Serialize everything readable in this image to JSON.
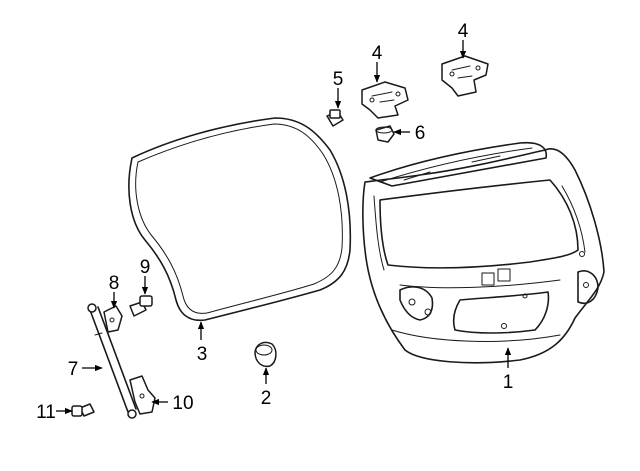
{
  "callouts": {
    "c1": "1",
    "c2": "2",
    "c3": "3",
    "c4a": "4",
    "c4b": "4",
    "c5": "5",
    "c6": "6",
    "c7": "7",
    "c8": "8",
    "c9": "9",
    "c10": "10",
    "c11": "11"
  },
  "colors": {
    "line": "#1a1a1a",
    "background": "#ffffff"
  }
}
